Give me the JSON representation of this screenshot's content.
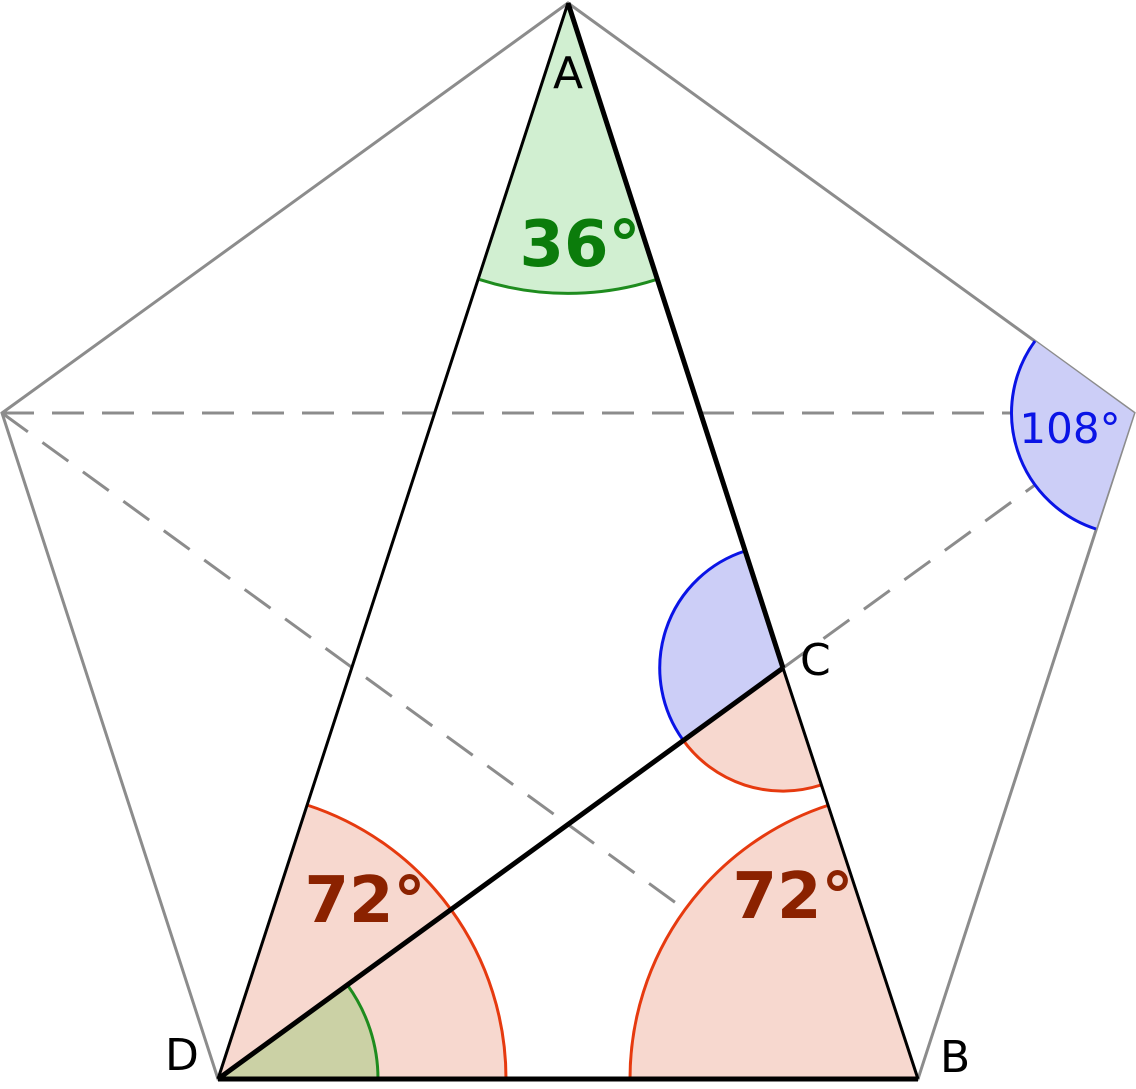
{
  "vertex_labels": {
    "A": "A",
    "B": "B",
    "C": "C",
    "D": "D"
  },
  "angles": {
    "apex": "36°",
    "base_left": "72°",
    "base_right": "72°",
    "pentagon_interior": "108°"
  },
  "colors": {
    "green_fill": "#d1efd1",
    "green_stroke": "#1e8c1e",
    "green_text": "#0b7c0b",
    "red_fill": "#f7d8cf",
    "red_stroke": "#e63a0f",
    "red_text": "#8b2200",
    "blue_fill": "#cccef7",
    "blue_stroke": "#0a14e6",
    "blue_text": "#0a14e6",
    "olive_fill": "#cbd1a5",
    "grey_line": "#8c8c8c",
    "black": "#000000"
  }
}
